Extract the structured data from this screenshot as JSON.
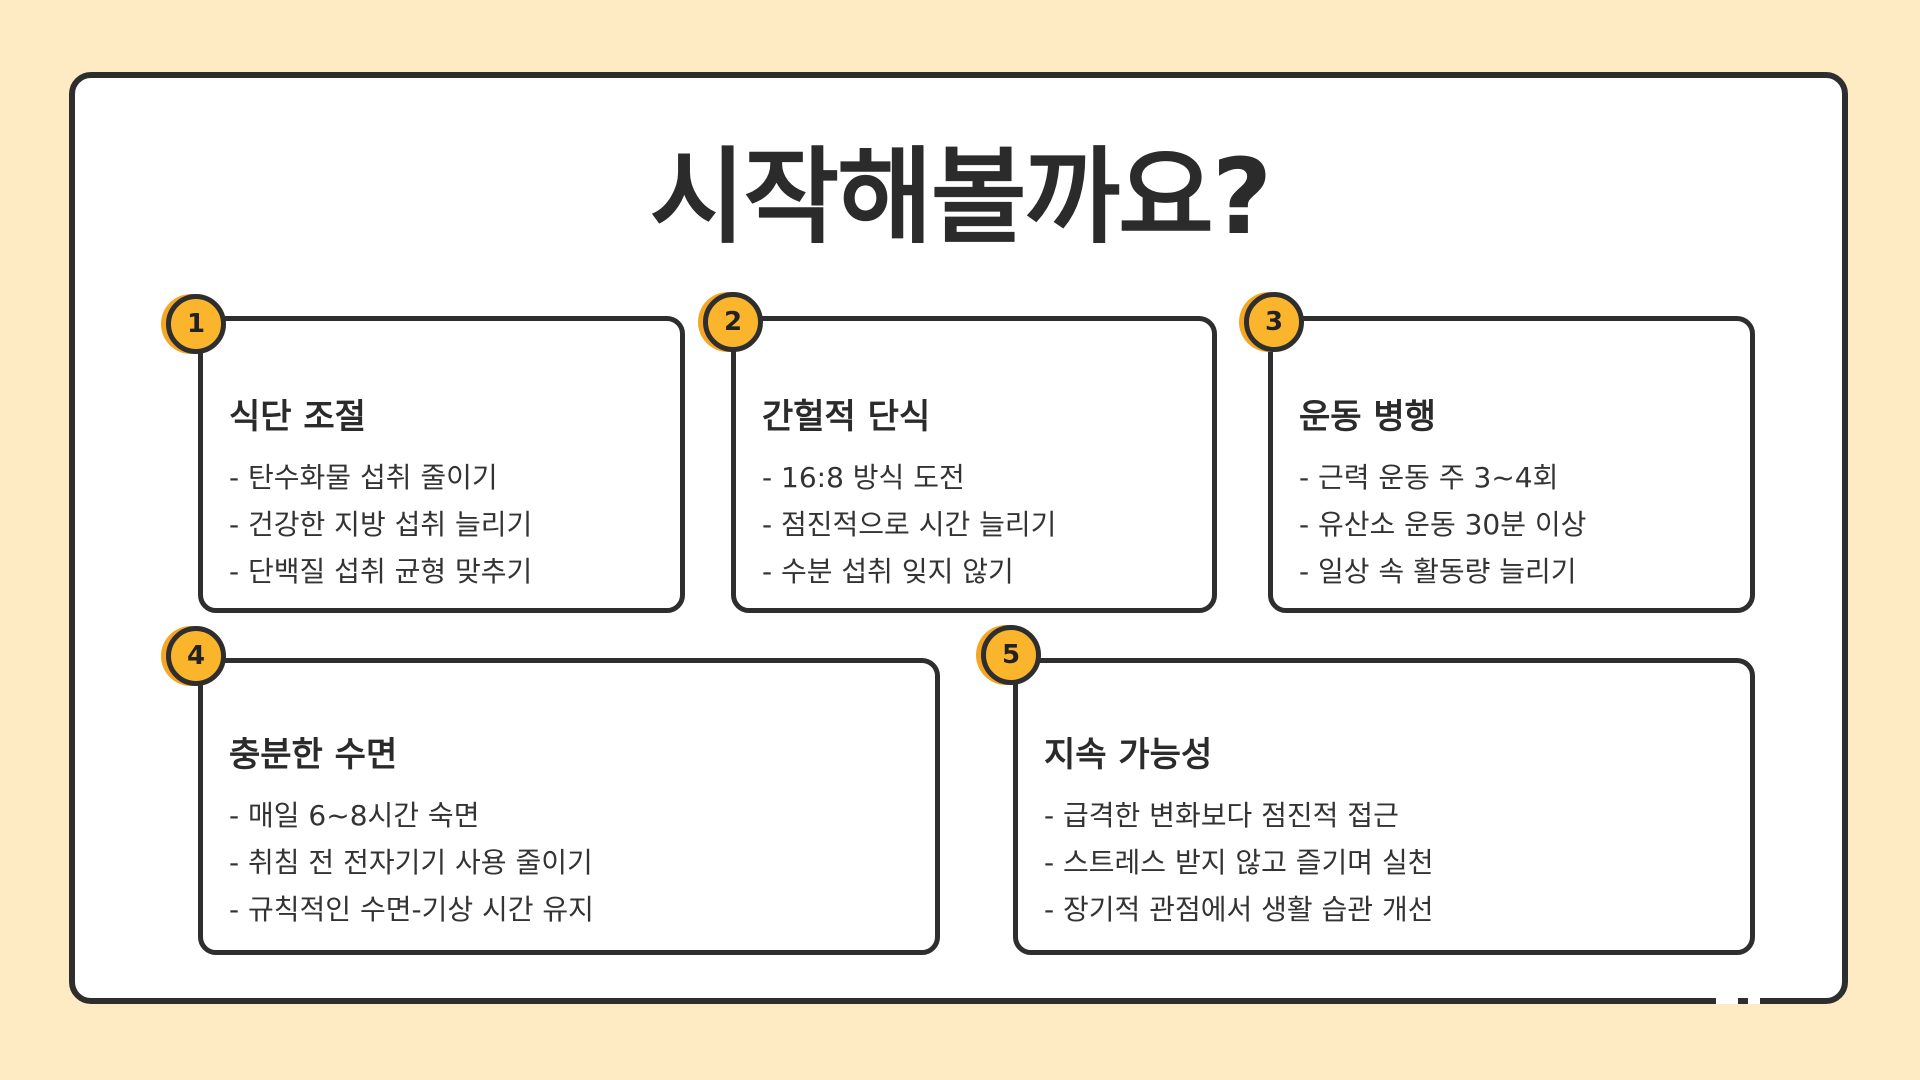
{
  "slide": {
    "title": "시작해볼까요?"
  },
  "colors": {
    "background": "#FFEBC3",
    "frame_border": "#2e2e2e",
    "badge_fill": "#FBB52D",
    "card_fill": "#ffffff"
  },
  "cards": [
    {
      "number": "1",
      "title": "식단 조절",
      "items": [
        "- 탄수화물 섭취 줄이기",
        "- 건강한 지방 섭취 늘리기",
        "- 단백질 섭취 균형 맞추기"
      ]
    },
    {
      "number": "2",
      "title": "간헐적 단식",
      "items": [
        "- 16:8 방식 도전",
        "- 점진적으로 시간 늘리기",
        "- 수분 섭취 잊지 않기"
      ]
    },
    {
      "number": "3",
      "title": "운동 병행",
      "items": [
        "- 근력 운동 주 3~4회",
        "- 유산소 운동 30분 이상",
        "- 일상 속 활동량 늘리기"
      ]
    },
    {
      "number": "4",
      "title": "충분한 수면",
      "items": [
        "- 매일 6~8시간 숙면",
        "- 취침 전 전자기기 사용 줄이기",
        "- 규칙적인 수면-기상 시간 유지"
      ]
    },
    {
      "number": "5",
      "title": "지속 가능성",
      "items": [
        "- 급격한 변화보다 점진적 접근",
        "- 스트레스 받지 않고 즐기며 실천",
        "- 장기적 관점에서 생활 습관 개선"
      ]
    }
  ]
}
